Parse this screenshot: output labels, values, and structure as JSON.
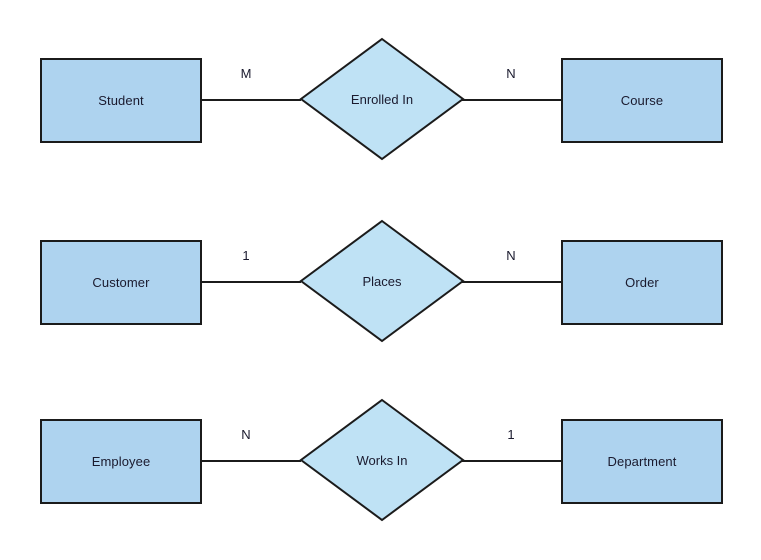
{
  "diagram": {
    "type": "entity-relationship-diagram",
    "background_color": "#ffffff",
    "entity_fill": "#aed3ef",
    "relationship_fill": "#bfe2f5",
    "stroke_color": "#1b1b1b",
    "text_color": "#1a1a2e",
    "rows": [
      {
        "left_entity": "Student",
        "left_cardinality": "M",
        "relationship": "Enrolled In",
        "right_cardinality": "N",
        "right_entity": "Course"
      },
      {
        "left_entity": "Customer",
        "left_cardinality": "1",
        "relationship": "Places",
        "right_cardinality": "N",
        "right_entity": "Order"
      },
      {
        "left_entity": "Employee",
        "left_cardinality": "N",
        "relationship": "Works In",
        "right_cardinality": "1",
        "right_entity": "Department"
      }
    ]
  }
}
